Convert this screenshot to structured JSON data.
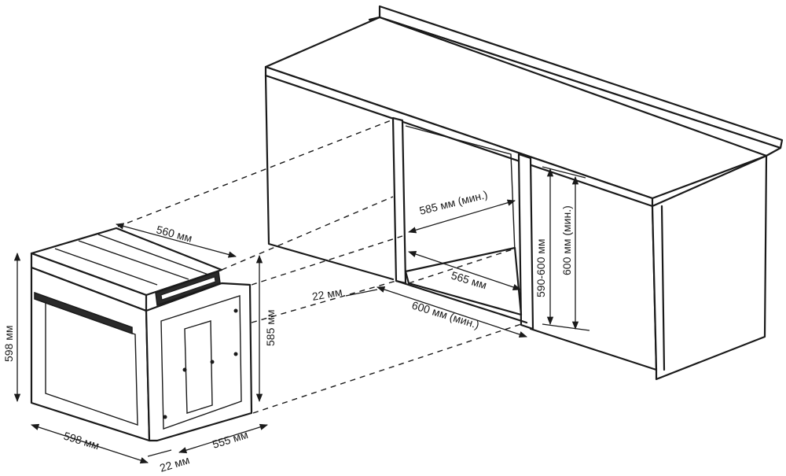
{
  "dimensions": {
    "oven_height": "598 мм",
    "oven_width": "598 мм",
    "oven_top_depth": "560 мм",
    "oven_side_height": "585 мм",
    "oven_depth": "555 мм",
    "front_panel_thickness": "22 мм",
    "niche_front_gap": "22 мм",
    "niche_inner_height_min": "585 мм (мин.)",
    "niche_inner_depth": "565 мм",
    "niche_width_min": "600 мм (мин.)",
    "niche_height_range": "590-600 мм",
    "niche_height_min": "600 мм (мин.)"
  }
}
